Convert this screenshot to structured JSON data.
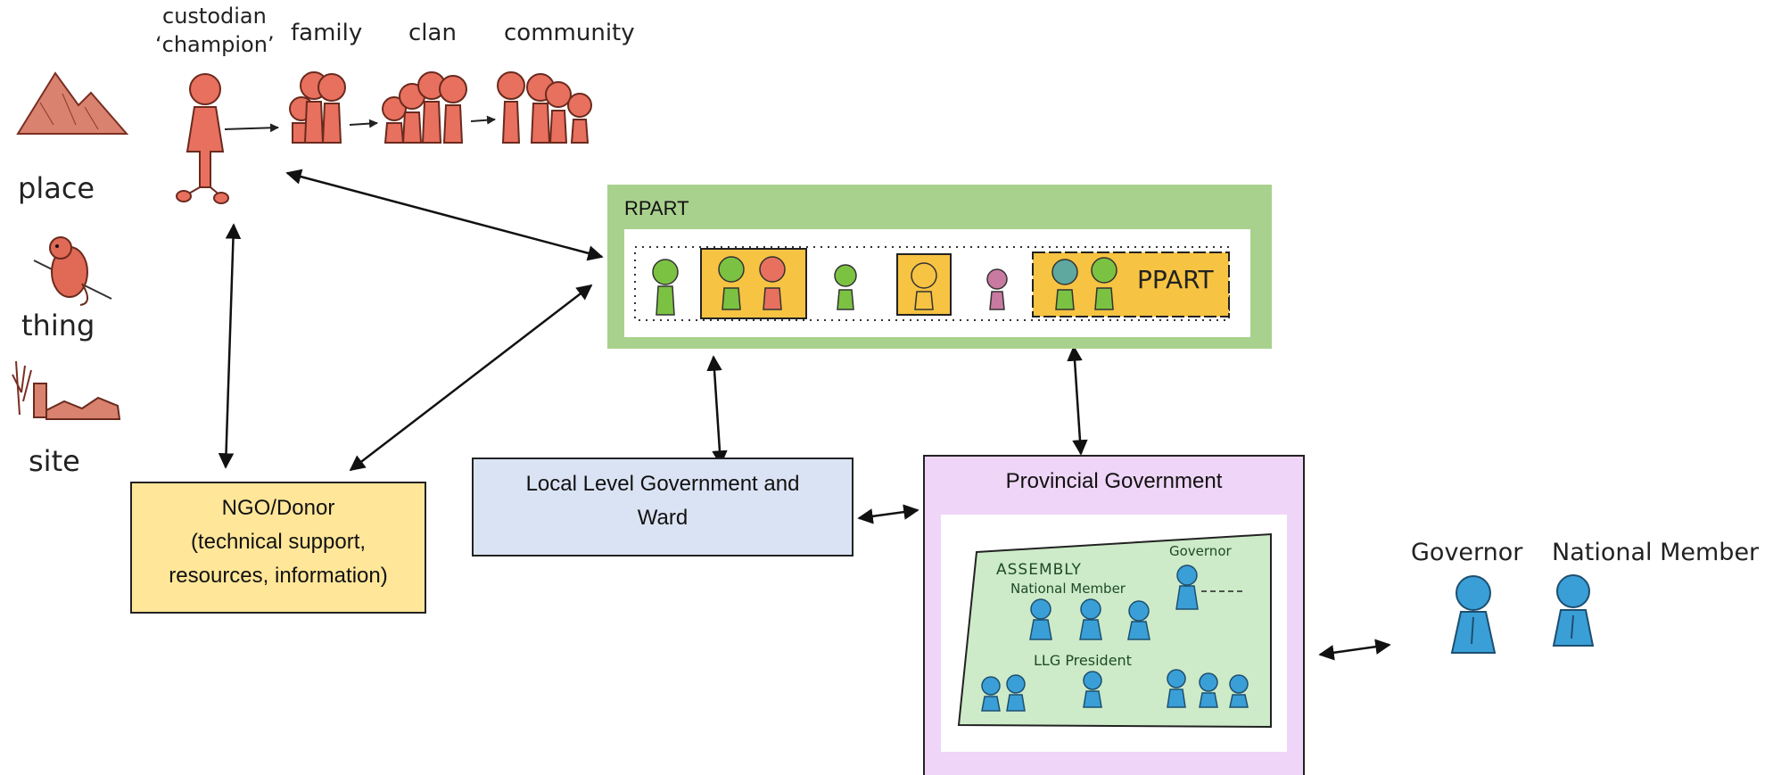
{
  "left_labels": {
    "place": "place",
    "thing": "thing",
    "site": "site"
  },
  "top_labels": {
    "custodian_line1": "custodian",
    "custodian_line2": "‘champion’",
    "family": "family",
    "clan": "clan",
    "community": "community"
  },
  "rpart": {
    "title": "RPART",
    "ppart_label": "PPART"
  },
  "ngo": {
    "line1": "NGO/Donor",
    "line2": "(technical support,",
    "line3": "resources, information)"
  },
  "llg": {
    "line1": "Local Level Government and",
    "line2": "Ward"
  },
  "provincial": {
    "title": "Provincial Government",
    "assembly": "ASSEMBLY",
    "national_member": "National Member",
    "governor": "Governor",
    "llg_president": "LLG President"
  },
  "right_labels": {
    "governor": "Governor",
    "national_member": "National Member"
  },
  "colors": {
    "red_figure": "#e8705e",
    "green_figure": "#7cc242",
    "blue_figure": "#3a9fd6",
    "rpart_border": "#a9d18e",
    "ngo_fill": "#ffe699",
    "llg_fill": "#dae3f3",
    "provincial_fill": "#efd5f7",
    "assembly_green": "#cdebc8",
    "ppart_yellow": "#f6c342"
  }
}
